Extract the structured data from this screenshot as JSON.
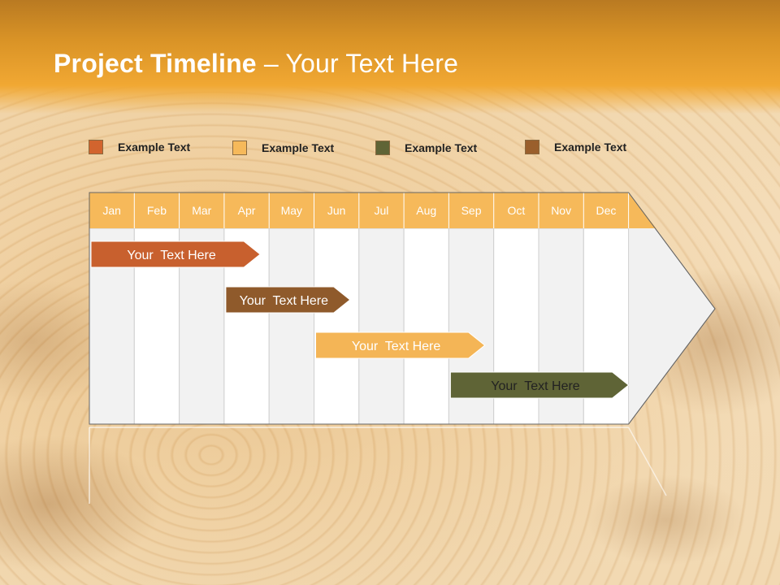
{
  "title": {
    "bold": "Project Timeline",
    "rest": " – Your Text Here"
  },
  "legend": [
    {
      "label": "Example Text",
      "color": "#d2642e"
    },
    {
      "label": "Example Text",
      "color": "#f6b95a"
    },
    {
      "label": "Example Text",
      "color": "#5f6436"
    },
    {
      "label": "Example Text",
      "color": "#9a5f2c"
    }
  ],
  "chart_data": {
    "type": "gantt",
    "months": [
      "Jan",
      "Feb",
      "Mar",
      "Apr",
      "May",
      "Jun",
      "Jul",
      "Aug",
      "Sep",
      "Oct",
      "Nov",
      "Dec"
    ],
    "tasks": [
      {
        "label": "Your  Text Here",
        "start": 0,
        "end": 3.8,
        "color": "#c8602e",
        "text_color": "#ffffff"
      },
      {
        "label": "Your  Text Here",
        "start": 3.0,
        "end": 5.8,
        "color": "#8f5a2b",
        "text_color": "#ffffff"
      },
      {
        "label": "Your  Text Here",
        "start": 5.0,
        "end": 8.8,
        "color": "#f4b556",
        "text_color": "#ffffff"
      },
      {
        "label": "Your  Text Here",
        "start": 8.0,
        "end": 12.0,
        "color": "#5f6436",
        "text_color": "#222222"
      }
    ],
    "colors": {
      "header": "#f6b95a",
      "shaded_column": "#f2f2f2",
      "plain_column": "#ffffff",
      "grid": "#cfcfcf"
    }
  }
}
